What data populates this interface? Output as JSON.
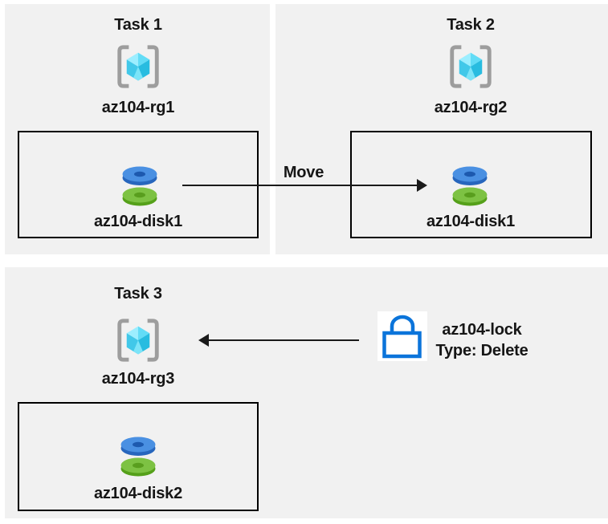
{
  "colors": {
    "canvas": "#ffffff",
    "panel": "#f1f1f1",
    "box_border": "#000000",
    "arrow": "#1a1a1a",
    "lock_blue": "#0b74da",
    "cube_light": "#9ceeff",
    "cube_mid": "#62dcf6",
    "cube_dark": "#28bce0",
    "disk_blue": "#4a90e2",
    "disk_green": "#7dc243"
  },
  "tasks": [
    {
      "title": "Task 1",
      "resource_group": "az104-rg1",
      "disk": "az104-disk1"
    },
    {
      "title": "Task 2",
      "resource_group": "az104-rg2",
      "disk": "az104-disk1"
    },
    {
      "title": "Task 3",
      "resource_group": "az104-rg3",
      "disk": "az104-disk2"
    }
  ],
  "move_arrow": {
    "label": "Move"
  },
  "lock": {
    "name": "az104-lock",
    "type_label": "Type: Delete"
  },
  "icons": {
    "resource_group": "resource-group-icon",
    "disk": "managed-disk-icon",
    "lock": "lock-icon"
  }
}
